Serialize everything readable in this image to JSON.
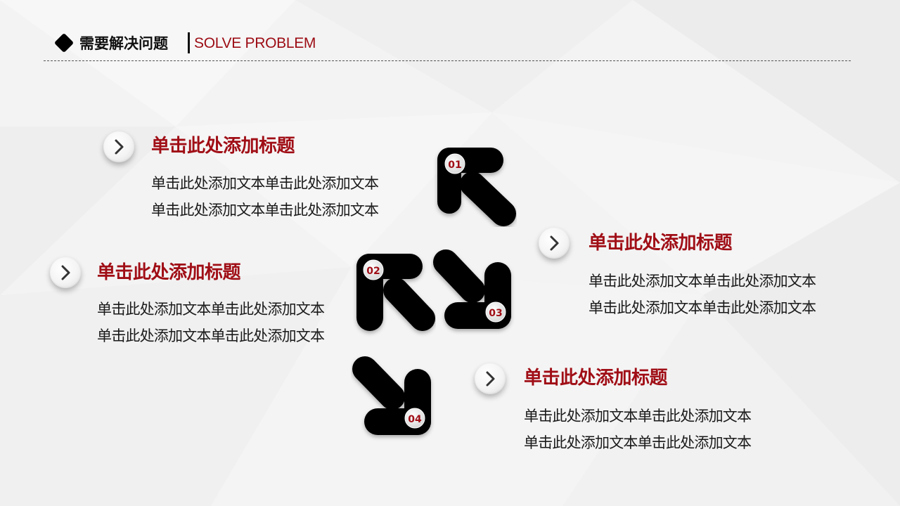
{
  "header": {
    "title": "需要解决问题",
    "subtitle": "SOLVE PROBLEM"
  },
  "items": [
    {
      "title": "单击此处添加标题",
      "lines": [
        "单击此处添加文本单击此处添加文本",
        "单击此处添加文本单击此处添加文本"
      ]
    },
    {
      "title": "单击此处添加标题",
      "lines": [
        "单击此处添加文本单击此处添加文本",
        "单击此处添加文本单击此处添加文本"
      ]
    },
    {
      "title": "单击此处添加标题",
      "lines": [
        "单击此处添加文本单击此处添加文本",
        "单击此处添加文本单击此处添加文本"
      ]
    },
    {
      "title": "单击此处添加标题",
      "lines": [
        "单击此处添加文本单击此处添加文本",
        "单击此处添加文本单击此处添加文本"
      ]
    }
  ],
  "badges": [
    "01",
    "02",
    "03",
    "04"
  ],
  "colors": {
    "accent": "#a00e16",
    "shape": "#000000",
    "background": "#f2f2f2"
  },
  "icons": {
    "header_marker": "diamond-icon",
    "item_marker": "chevron-right-icon"
  }
}
